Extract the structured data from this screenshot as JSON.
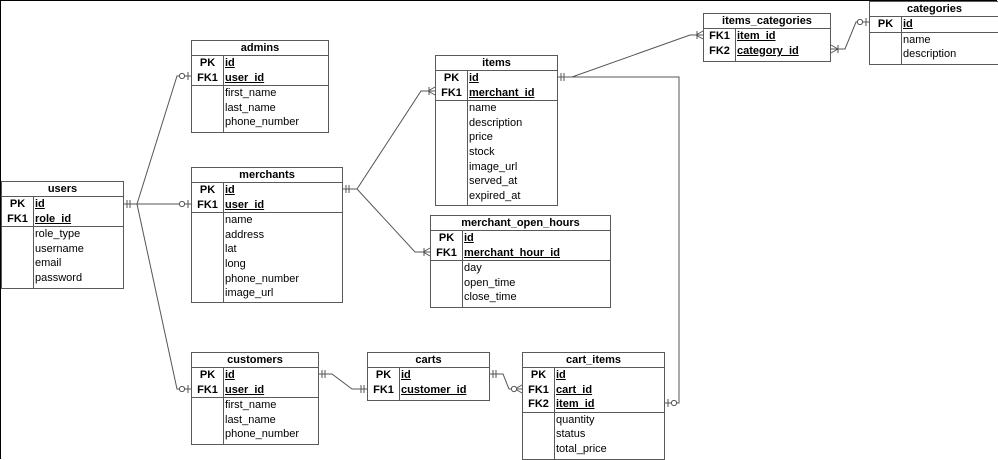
{
  "entities": {
    "users": {
      "name": "users",
      "keys": [
        [
          "PK",
          "id"
        ],
        [
          "FK1",
          "role_id"
        ]
      ],
      "fields": [
        "role_type",
        "username",
        "email",
        "password"
      ]
    },
    "admins": {
      "name": "admins",
      "keys": [
        [
          "PK",
          "id"
        ],
        [
          "FK1",
          "user_id"
        ]
      ],
      "fields": [
        "first_name",
        "last_name",
        "phone_number"
      ]
    },
    "merchants": {
      "name": "merchants",
      "keys": [
        [
          "PK",
          "id"
        ],
        [
          "FK1",
          "user_id"
        ]
      ],
      "fields": [
        "name",
        "address",
        "lat",
        "long",
        "phone_number",
        "image_url"
      ]
    },
    "customers": {
      "name": "customers",
      "keys": [
        [
          "PK",
          "id"
        ],
        [
          "FK1",
          "user_id"
        ]
      ],
      "fields": [
        "first_name",
        "last_name",
        "phone_number"
      ]
    },
    "items": {
      "name": "items",
      "keys": [
        [
          "PK",
          "id"
        ],
        [
          "FK1",
          "merchant_id"
        ]
      ],
      "fields": [
        "name",
        "description",
        "price",
        "stock",
        "image_url",
        "served_at",
        "expired_at"
      ]
    },
    "merchant_open_hours": {
      "name": "merchant_open_hours",
      "keys": [
        [
          "PK",
          "id"
        ],
        [
          "FK1",
          "merchant_hour_id"
        ]
      ],
      "fields": [
        "day",
        "open_time",
        "close_time"
      ]
    },
    "items_categories": {
      "name": "items_categories",
      "keys": [
        [
          "FK1",
          "item_id"
        ],
        [
          "FK2",
          "category_id"
        ]
      ],
      "fields": []
    },
    "categories": {
      "name": "categories",
      "keys": [
        [
          "PK",
          "id"
        ]
      ],
      "fields": [
        "name",
        "description"
      ]
    },
    "carts": {
      "name": "carts",
      "keys": [
        [
          "PK",
          "id"
        ],
        [
          "FK1",
          "customer_id"
        ]
      ],
      "fields": []
    },
    "cart_items": {
      "name": "cart_items",
      "keys": [
        [
          "PK",
          "id"
        ],
        [
          "FK1",
          "cart_id"
        ],
        [
          "FK2",
          "item_id"
        ]
      ],
      "fields": [
        "quantity",
        "status",
        "total_price"
      ]
    }
  },
  "relationships": [
    {
      "from": "users",
      "to": "admins",
      "from_end": "one",
      "to_end": "zero-or-one"
    },
    {
      "from": "users",
      "to": "merchants",
      "from_end": "one",
      "to_end": "zero-or-one"
    },
    {
      "from": "users",
      "to": "customers",
      "from_end": "one",
      "to_end": "zero-or-one"
    },
    {
      "from": "merchants",
      "to": "items",
      "from_end": "one",
      "to_end": "many"
    },
    {
      "from": "merchants",
      "to": "merchant_open_hours",
      "from_end": "one",
      "to_end": "many"
    },
    {
      "from": "items",
      "to": "items_categories",
      "from_end": "one",
      "to_end": "many"
    },
    {
      "from": "items_categories",
      "to": "categories",
      "from_end": "many",
      "to_end": "zero-or-one"
    },
    {
      "from": "customers",
      "to": "carts",
      "from_end": "one",
      "to_end": "one"
    },
    {
      "from": "carts",
      "to": "cart_items",
      "from_end": "one",
      "to_end": "zero-or-many"
    },
    {
      "from": "items",
      "to": "cart_items",
      "from_end": "one",
      "to_end": "zero-or-one"
    }
  ]
}
